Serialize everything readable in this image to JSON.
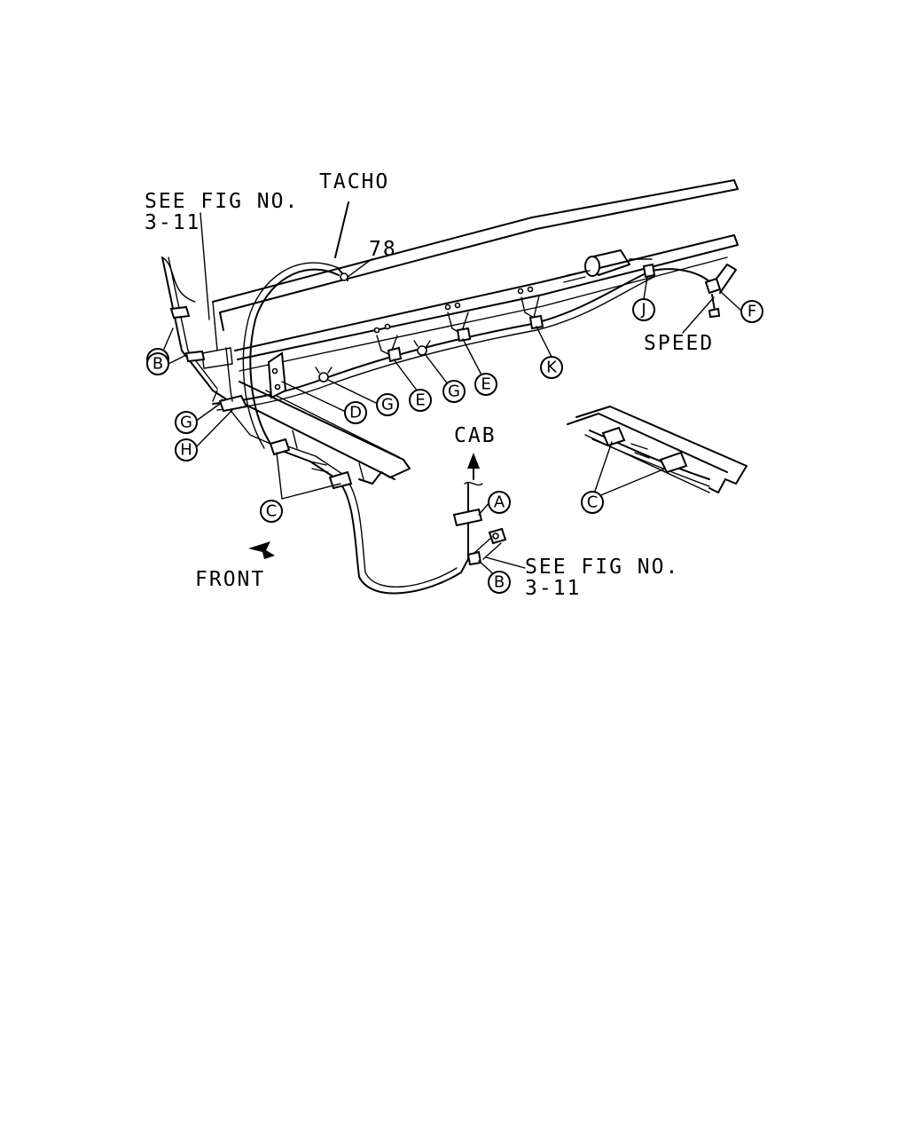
{
  "labels": {
    "tacho": "TACHO",
    "see_fig_top_1": "SEE FIG NO.",
    "see_fig_top_2": "3-11",
    "part_78": "78",
    "speed": "SPEED",
    "cab": "CAB",
    "front": "FRONT",
    "see_fig_bottom_1": "SEE FIG NO.",
    "see_fig_bottom_2": "3-11"
  },
  "callouts": {
    "a_left": "A",
    "b_left": "B",
    "g_left": "G",
    "h_left": "H",
    "c_main": "C",
    "d_mid": "D",
    "g_mid1": "G",
    "e_mid1": "E",
    "g_mid2": "G",
    "e_mid2": "E",
    "k_mid": "K",
    "j_right": "J",
    "f_right": "F",
    "a_cab": "A",
    "b_cab": "B",
    "c_detail": "C"
  }
}
